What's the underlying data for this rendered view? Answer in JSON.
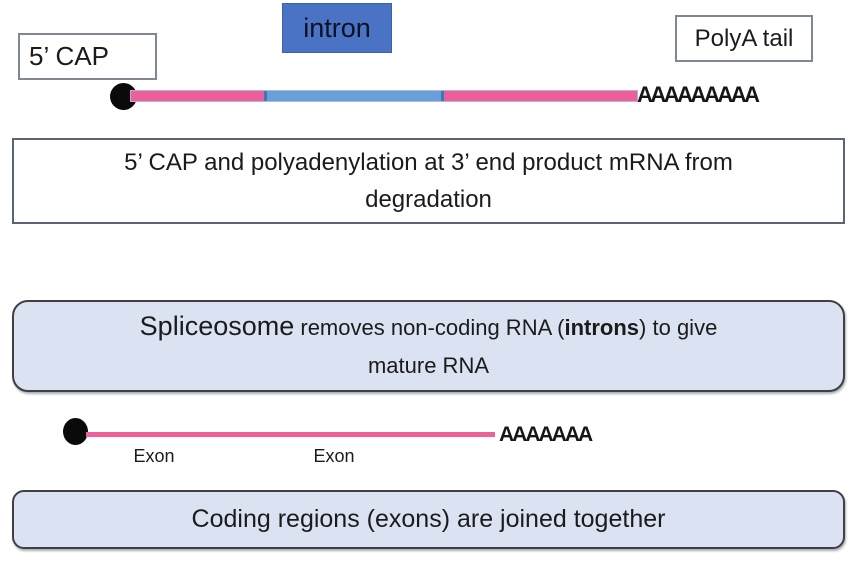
{
  "diagram": {
    "labels": {
      "cap": "5’ CAP",
      "intron": "intron",
      "polya": "PolyA tail"
    },
    "pre_mrna": {
      "polya_seq": "AAAAAAAAA"
    },
    "caption1": {
      "line1": "5’ CAP and polyadenylation at 3’ end product mRNA from",
      "line2": "degradation"
    },
    "spliceosome": {
      "lead": "Spliceosome",
      "mid": " removes non-coding RNA (",
      "bold_word": "introns",
      "tail": ") to give",
      "line2": "mature RNA"
    },
    "mature_mrna": {
      "polya_seq": "AAAAAAA",
      "exon_left": "Exon",
      "exon_right": "Exon"
    },
    "caption2": "Coding regions (exons) are joined together",
    "colors": {
      "exon_pink": "#ef5f97",
      "intron_blue": "#69a0d8",
      "intron_divider_blue": "#4173c4",
      "intron_label_blue": "#4a73c6",
      "rounded_box_fill": "#dbe3f3",
      "rect_box_border": "#5a6472",
      "rounded_box_border": "#404040",
      "cap_dot_black": "#0a0a0a"
    }
  }
}
